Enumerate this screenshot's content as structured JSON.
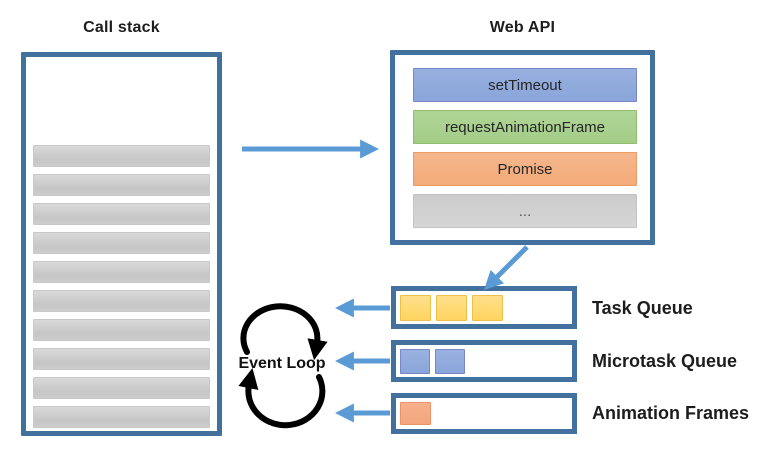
{
  "titles": {
    "call_stack": "Call stack",
    "web_api": "Web API"
  },
  "call_stack": {
    "frame_count": 10
  },
  "web_api": {
    "items": [
      {
        "label": "setTimeout",
        "color": "#8FAADC"
      },
      {
        "label": "requestAnimationFrame",
        "color": "#A9D18E"
      },
      {
        "label": "Promise",
        "color": "#F4B183"
      },
      {
        "label": "...",
        "color": "#D0CECE"
      }
    ]
  },
  "queues": [
    {
      "label": "Task Queue",
      "item_count": 3,
      "item_color": "#FFD966"
    },
    {
      "label": "Microtask Queue",
      "item_count": 2,
      "item_color": "#8FAADC"
    },
    {
      "label": "Animation Frames",
      "item_count": 1,
      "item_color": "#F4B183"
    }
  ],
  "event_loop": {
    "label": "Event Loop"
  },
  "colors": {
    "box_border": "#41719C",
    "arrow_blue": "#5B9BD5",
    "event_loop_black": "#000000",
    "stack_frame_gray": "#C9C9C9"
  }
}
